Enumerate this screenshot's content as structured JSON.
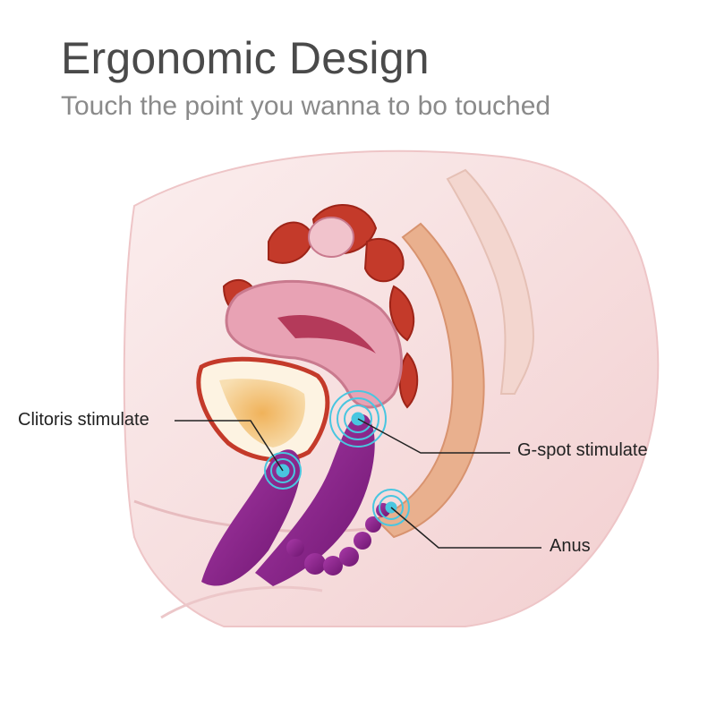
{
  "header": {
    "title": "Ergonomic Design",
    "subtitle": "Touch the point you wanna to bo touched"
  },
  "callouts": {
    "clitoris": "Clitoris stimulate",
    "gspot": "G-spot stimulate",
    "anus": "Anus"
  },
  "colors": {
    "title": "#4a4a4a",
    "subtitle": "#8a8a8a",
    "skin": "#f6dede",
    "organ_pink": "#e8a2b4",
    "organ_red": "#c43a2a",
    "device_purple": "#8e2a8e",
    "pulse_blue": "#49c6e0"
  }
}
